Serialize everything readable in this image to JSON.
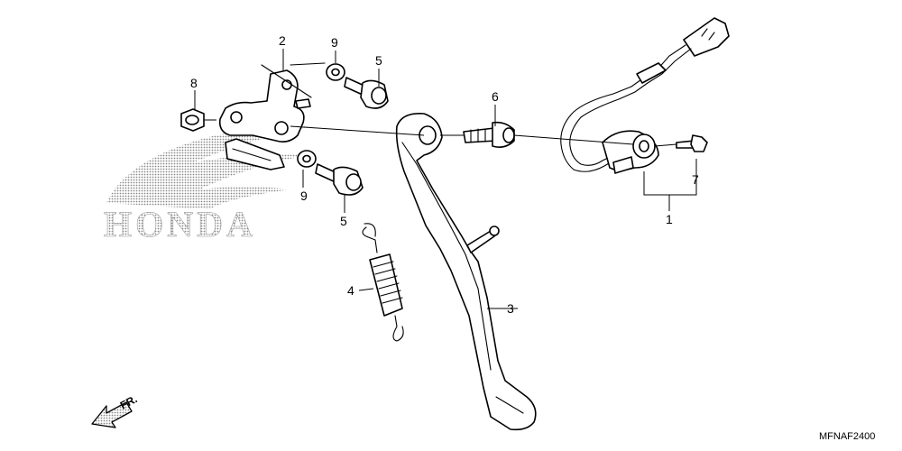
{
  "logo": {
    "text": "HONDA"
  },
  "direction": {
    "label": "FR."
  },
  "drawing_code": "MFNAF2400",
  "callouts": {
    "c1": "1",
    "c2": "2",
    "c3": "3",
    "c4": "4",
    "c5a": "5",
    "c5b": "5",
    "c6": "6",
    "c7": "7",
    "c8": "8",
    "c9a": "9",
    "c9b": "9"
  }
}
